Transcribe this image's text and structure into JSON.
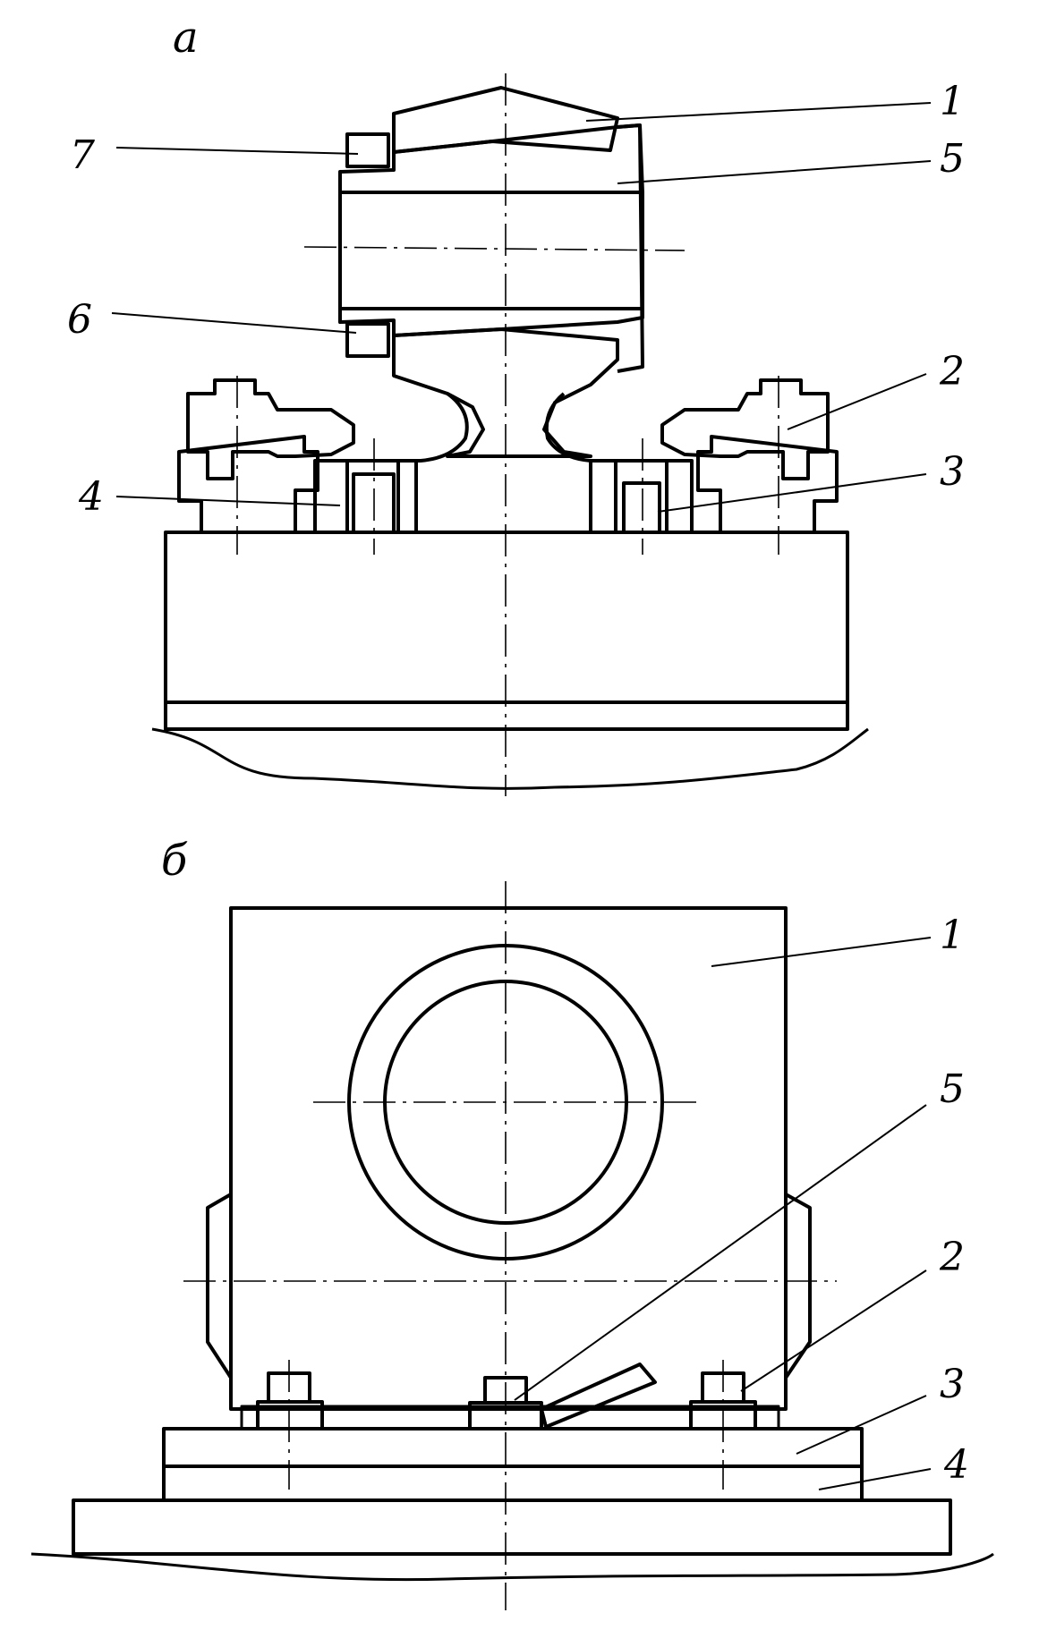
{
  "views": [
    {
      "id": "a",
      "caption": "а"
    },
    {
      "id": "b",
      "caption": "б"
    }
  ],
  "callouts_a": [
    "1",
    "5",
    "7",
    "6",
    "2",
    "3",
    "4"
  ],
  "callouts_b": [
    "1",
    "5",
    "2",
    "3",
    "4"
  ]
}
